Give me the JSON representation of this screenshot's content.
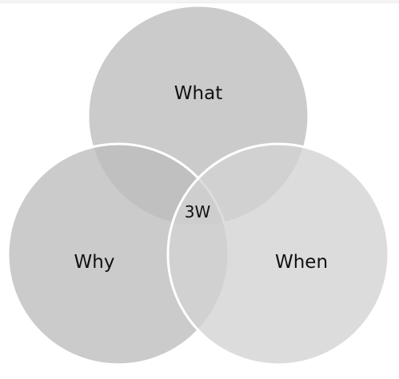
{
  "diagram": {
    "type": "venn",
    "center_label": "3W",
    "sets": [
      {
        "label": "What",
        "fill": "#bdbdbd"
      },
      {
        "label": "Why",
        "fill": "#bdbdbd"
      },
      {
        "label": "When",
        "fill": "#d6d6d6"
      }
    ],
    "stroke_color": "#ffffff",
    "text_color": "#111111"
  }
}
